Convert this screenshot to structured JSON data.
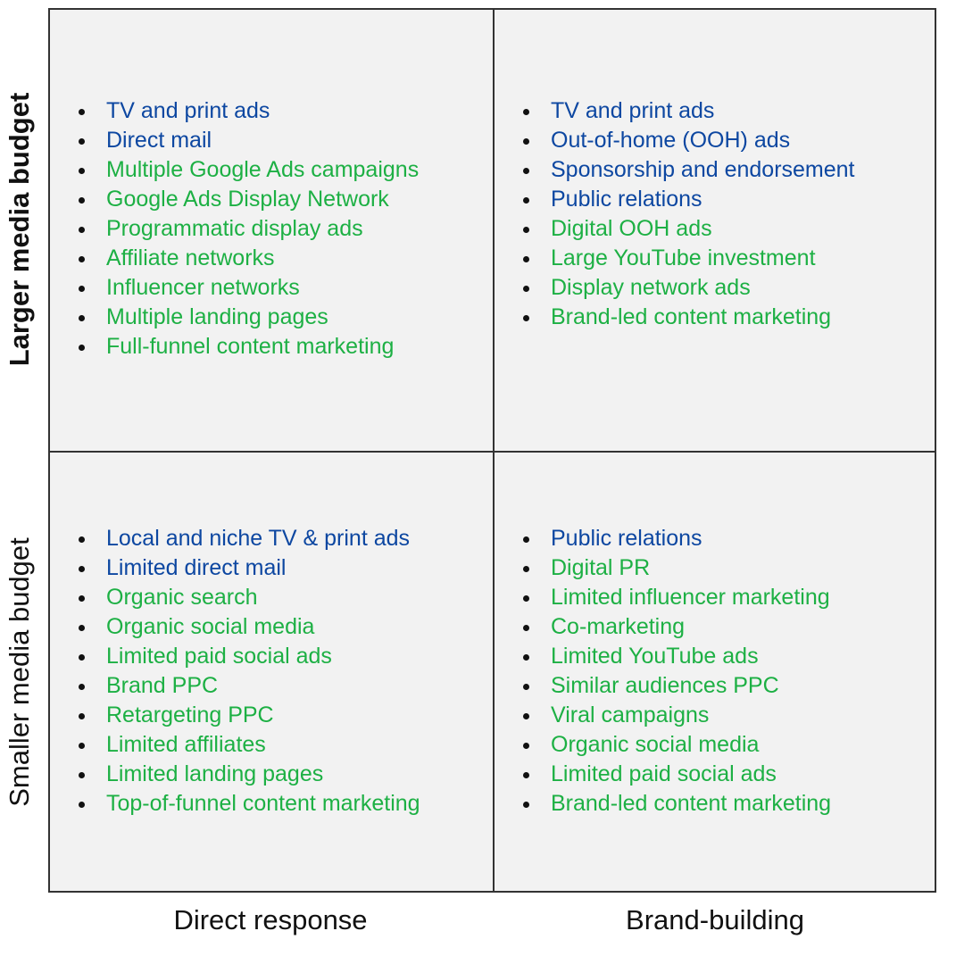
{
  "axes": {
    "y_top": "Larger media budget",
    "y_bottom": "Smaller media budget",
    "x_left": "Direct response",
    "x_right": "Brand-building"
  },
  "colors": {
    "traditional": "#0d47a1",
    "digital": "#1db044",
    "grid_background": "#f2f2f2",
    "border": "#333333"
  },
  "quadrants": {
    "larger_direct": {
      "items": [
        {
          "label": "TV and print ads",
          "type": "traditional"
        },
        {
          "label": "Direct mail",
          "type": "traditional"
        },
        {
          "label": "Multiple Google Ads campaigns",
          "type": "digital"
        },
        {
          "label": "Google Ads Display Network",
          "type": "digital"
        },
        {
          "label": "Programmatic display ads",
          "type": "digital"
        },
        {
          "label": "Affiliate networks",
          "type": "digital"
        },
        {
          "label": "Influencer networks",
          "type": "digital"
        },
        {
          "label": "Multiple landing pages",
          "type": "digital"
        },
        {
          "label": "Full-funnel content marketing",
          "type": "digital"
        }
      ]
    },
    "larger_brand": {
      "items": [
        {
          "label": "TV and print ads",
          "type": "traditional"
        },
        {
          "label": "Out-of-home (OOH) ads",
          "type": "traditional"
        },
        {
          "label": "Sponsorship and endorsement",
          "type": "traditional"
        },
        {
          "label": "Public relations",
          "type": "traditional"
        },
        {
          "label": "Digital OOH ads",
          "type": "digital"
        },
        {
          "label": "Large YouTube investment",
          "type": "digital"
        },
        {
          "label": "Display network ads",
          "type": "digital"
        },
        {
          "label": "Brand-led content marketing",
          "type": "digital"
        }
      ]
    },
    "smaller_direct": {
      "items": [
        {
          "label": "Local and niche TV & print ads",
          "type": "traditional"
        },
        {
          "label": "Limited direct mail",
          "type": "traditional"
        },
        {
          "label": "Organic search",
          "type": "digital"
        },
        {
          "label": "Organic social media",
          "type": "digital"
        },
        {
          "label": "Limited paid social ads",
          "type": "digital"
        },
        {
          "label": "Brand PPC",
          "type": "digital"
        },
        {
          "label": "Retargeting PPC",
          "type": "digital"
        },
        {
          "label": "Limited affiliates",
          "type": "digital"
        },
        {
          "label": "Limited landing pages",
          "type": "digital"
        },
        {
          "label": "Top-of-funnel content marketing",
          "type": "digital"
        }
      ]
    },
    "smaller_brand": {
      "items": [
        {
          "label": "Public relations",
          "type": "traditional"
        },
        {
          "label": "Digital PR",
          "type": "digital"
        },
        {
          "label": "Limited influencer marketing",
          "type": "digital"
        },
        {
          "label": "Co-marketing",
          "type": "digital"
        },
        {
          "label": "Limited YouTube ads",
          "type": "digital"
        },
        {
          "label": "Similar audiences PPC",
          "type": "digital"
        },
        {
          "label": "Viral campaigns",
          "type": "digital"
        },
        {
          "label": "Organic social media",
          "type": "digital"
        },
        {
          "label": "Limited paid social ads",
          "type": "digital"
        },
        {
          "label": "Brand-led content marketing",
          "type": "digital"
        }
      ]
    }
  }
}
